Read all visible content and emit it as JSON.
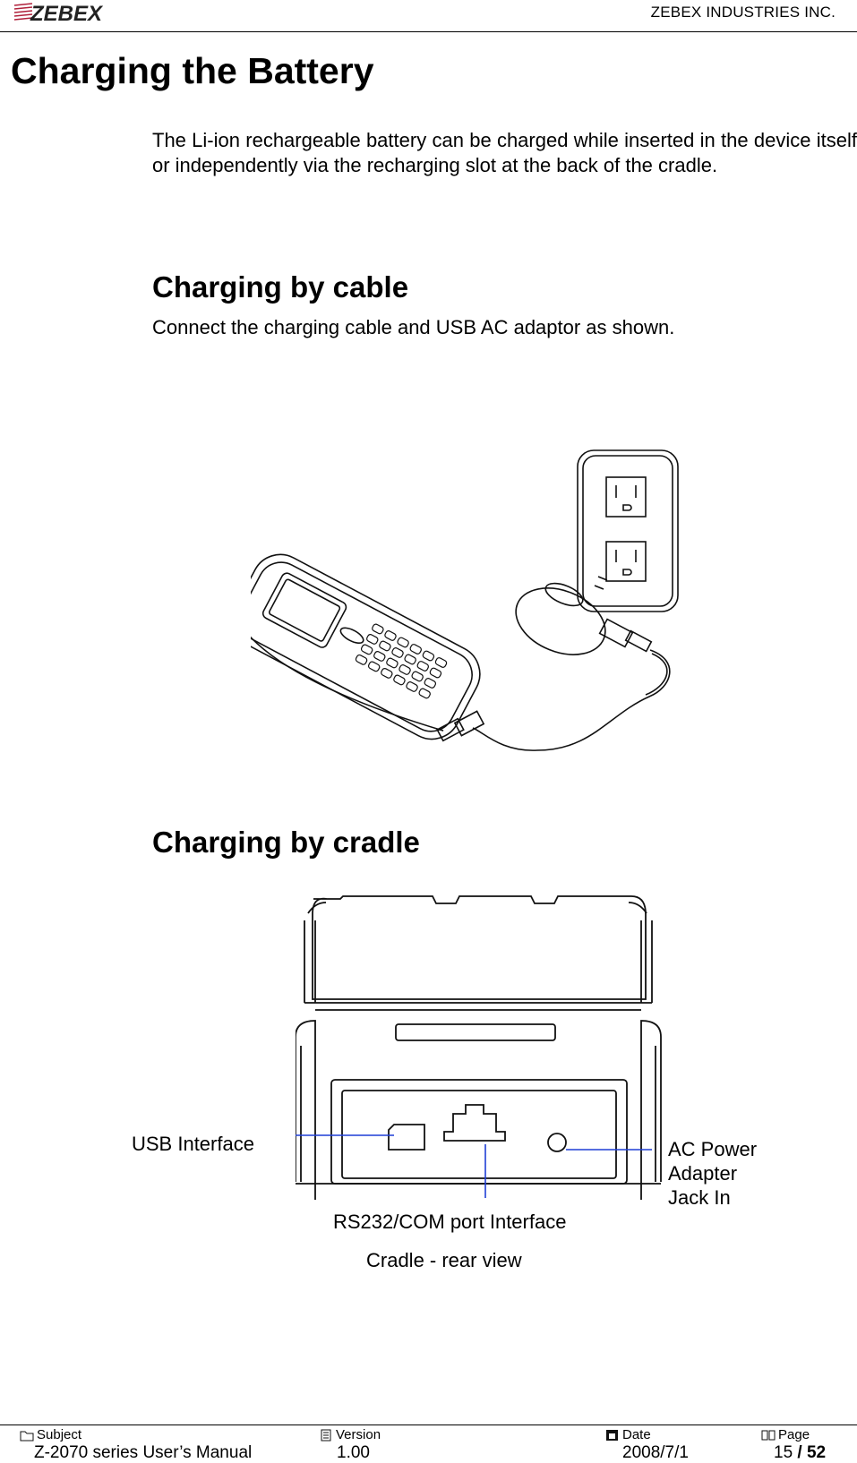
{
  "header": {
    "logo_text": "ZEBEX",
    "company": "ZEBEX INDUSTRIES INC."
  },
  "title": "Charging the Battery",
  "intro": "The Li-ion rechargeable battery can be charged while inserted in the device itself or independently via the recharging slot at the back of the cradle.",
  "cable_section": {
    "heading": "Charging by cable",
    "text": "Connect the charging cable and USB AC adaptor as shown."
  },
  "cradle_section": {
    "heading": "Charging by cradle",
    "labels": {
      "usb": "USB Interface",
      "ac_line1": "AC Power",
      "ac_line2": "Adapter",
      "ac_line3": "Jack In",
      "rs232": "RS232/COM port Interface"
    },
    "caption": "Cradle - rear view"
  },
  "footer": {
    "subject_label": "Subject",
    "subject_value": "Z-2070 series User’s Manual",
    "version_label": "Version",
    "version_value": "1.00",
    "date_label": "Date",
    "date_value": "2008/7/1",
    "page_label": "Page",
    "page_current": "15",
    "page_sep": " / ",
    "page_total": "52"
  },
  "colors": {
    "logo_accent": "#b0203a",
    "callout_line": "#1f3fd6"
  },
  "icons": [
    "folder-icon",
    "document-icon",
    "calendar-icon",
    "book-icon"
  ]
}
